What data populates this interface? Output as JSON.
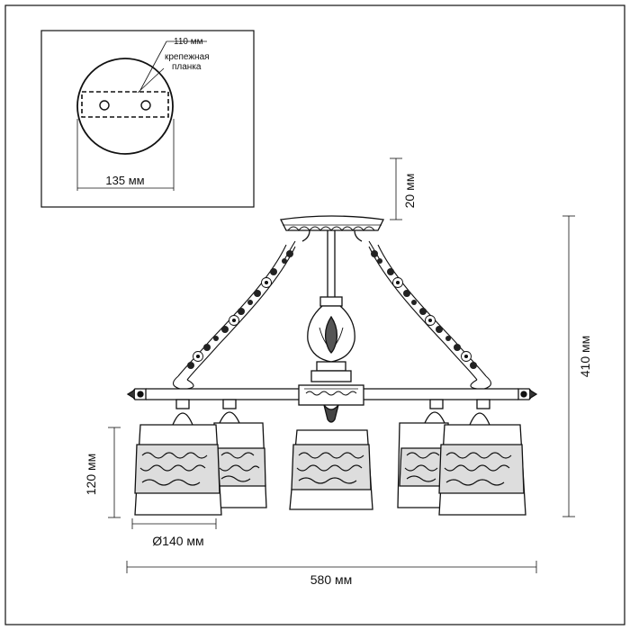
{
  "mount_inset": {
    "label_110": "110 мм",
    "label_plank_line1": "крепежная",
    "label_plank_line2": "планка",
    "label_135": "135 мм"
  },
  "dimensions": {
    "d20": "20 мм",
    "d410": "410 мм",
    "d120": "120 мм",
    "d140": "Ø140 мм",
    "d580": "580 мм"
  },
  "colors": {
    "line": "#111111",
    "background": "#ffffff"
  }
}
